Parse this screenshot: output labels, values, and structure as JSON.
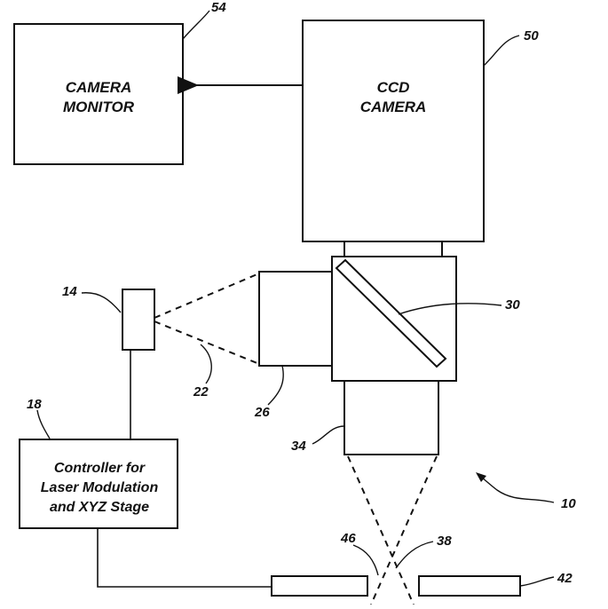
{
  "camera_monitor": {
    "line1": "CAMERA",
    "line2": "MONITOR",
    "ref": "54"
  },
  "ccd_camera": {
    "line1": "CCD",
    "line2": "CAMERA",
    "ref": "50"
  },
  "controller": {
    "line1": "Controller for",
    "line2": "Laser Modulation",
    "line3": "and XYZ Stage",
    "ref": "18"
  },
  "refs": {
    "laser": "14",
    "beam": "22",
    "lens": "26",
    "beam_splitter": "30",
    "objective": "34",
    "focus": "38",
    "substrate_right": "42",
    "substrate_left": "46",
    "system": "10"
  }
}
